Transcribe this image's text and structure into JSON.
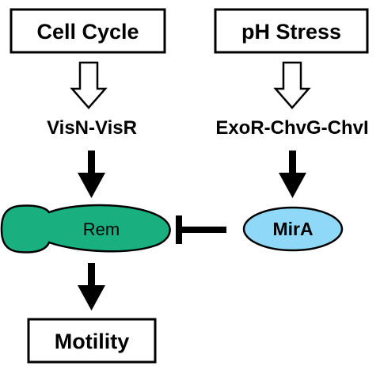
{
  "nodes": {
    "cell_cycle": "Cell Cycle",
    "ph_stress": "pH Stress",
    "visn_visr": "VisN-VisR",
    "exor_chvg_chvi": "ExoR-ChvG-ChvI",
    "rem": "Rem",
    "mira": "MirA",
    "motility": "Motility"
  },
  "colors": {
    "rem_fill": "#1aaf7f",
    "mira_fill": "#8fd8f7",
    "stroke": "#000000"
  },
  "edges": [
    {
      "from": "Cell Cycle",
      "to": "VisN-VisR",
      "style": "hollow-arrow"
    },
    {
      "from": "pH Stress",
      "to": "ExoR-ChvG-ChvI",
      "style": "hollow-arrow"
    },
    {
      "from": "VisN-VisR",
      "to": "Rem",
      "style": "solid-arrow"
    },
    {
      "from": "ExoR-ChvG-ChvI",
      "to": "MirA",
      "style": "solid-arrow"
    },
    {
      "from": "MirA",
      "to": "Rem",
      "style": "inhibition"
    },
    {
      "from": "Rem",
      "to": "Motility",
      "style": "solid-arrow"
    }
  ]
}
